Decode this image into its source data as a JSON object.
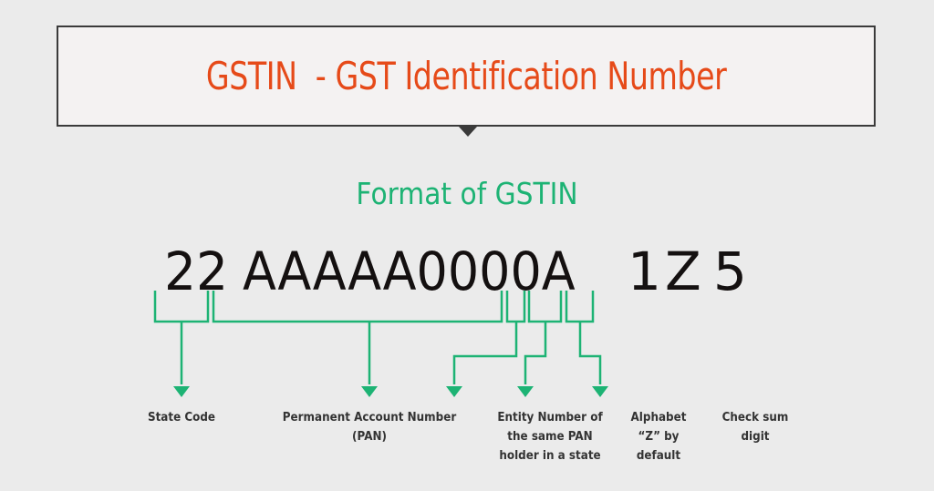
{
  "header": {
    "title": "GSTIN  - GST Identification Number"
  },
  "subtitle": "Format of GSTIN",
  "format": {
    "segments": [
      {
        "text": "22",
        "label_lines": [
          "State Code"
        ]
      },
      {
        "text": "AAAAA0000A",
        "label_lines": [
          "Permanent Account Number",
          "(PAN)"
        ]
      },
      {
        "text": "1",
        "label_lines": [
          "Entity Number of",
          "the same PAN",
          "holder in a state"
        ]
      },
      {
        "text": "Z",
        "label_lines": [
          "Alphabet",
          "“Z” by",
          "default"
        ]
      },
      {
        "text": "5",
        "label_lines": [
          "Check sum",
          "digit"
        ]
      }
    ]
  },
  "colors": {
    "title": "#e64a19",
    "accent": "#1db374",
    "digits": "#141010",
    "labels": "#333333",
    "background": "#ebebeb"
  }
}
